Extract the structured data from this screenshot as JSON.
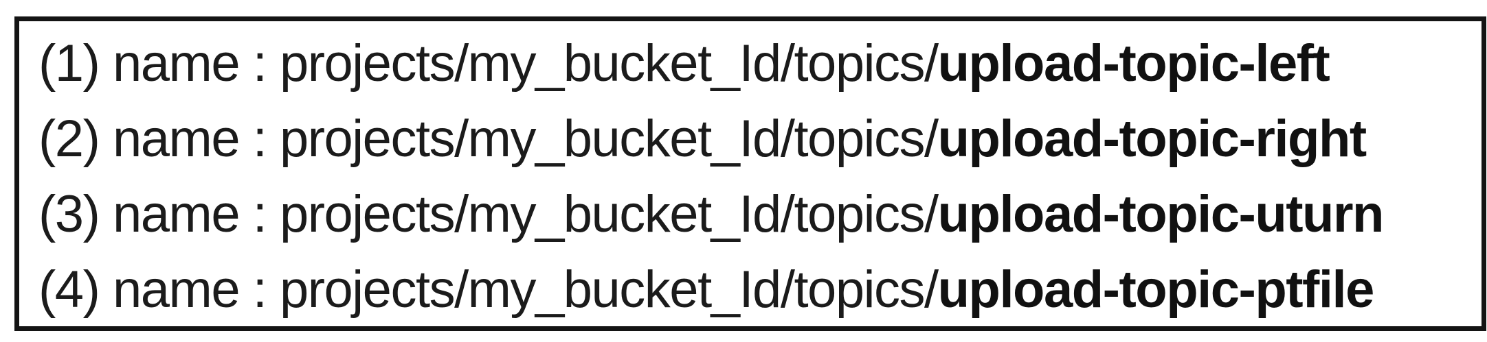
{
  "box": {
    "lines": [
      {
        "prefix": "(1) name : projects/my_bucket_Id/topics/",
        "topic": "upload-topic-left"
      },
      {
        "prefix": "(2) name : projects/my_bucket_Id/topics/",
        "topic": "upload-topic-right"
      },
      {
        "prefix": "(3) name : projects/my_bucket_Id/topics/",
        "topic": "upload-topic-uturn"
      },
      {
        "prefix": "(4) name : projects/my_bucket_Id/topics/",
        "topic": "upload-topic-ptfile"
      }
    ]
  },
  "colors": {
    "border": "#141414",
    "text": "#1b1b1b",
    "background": "#ffffff"
  }
}
